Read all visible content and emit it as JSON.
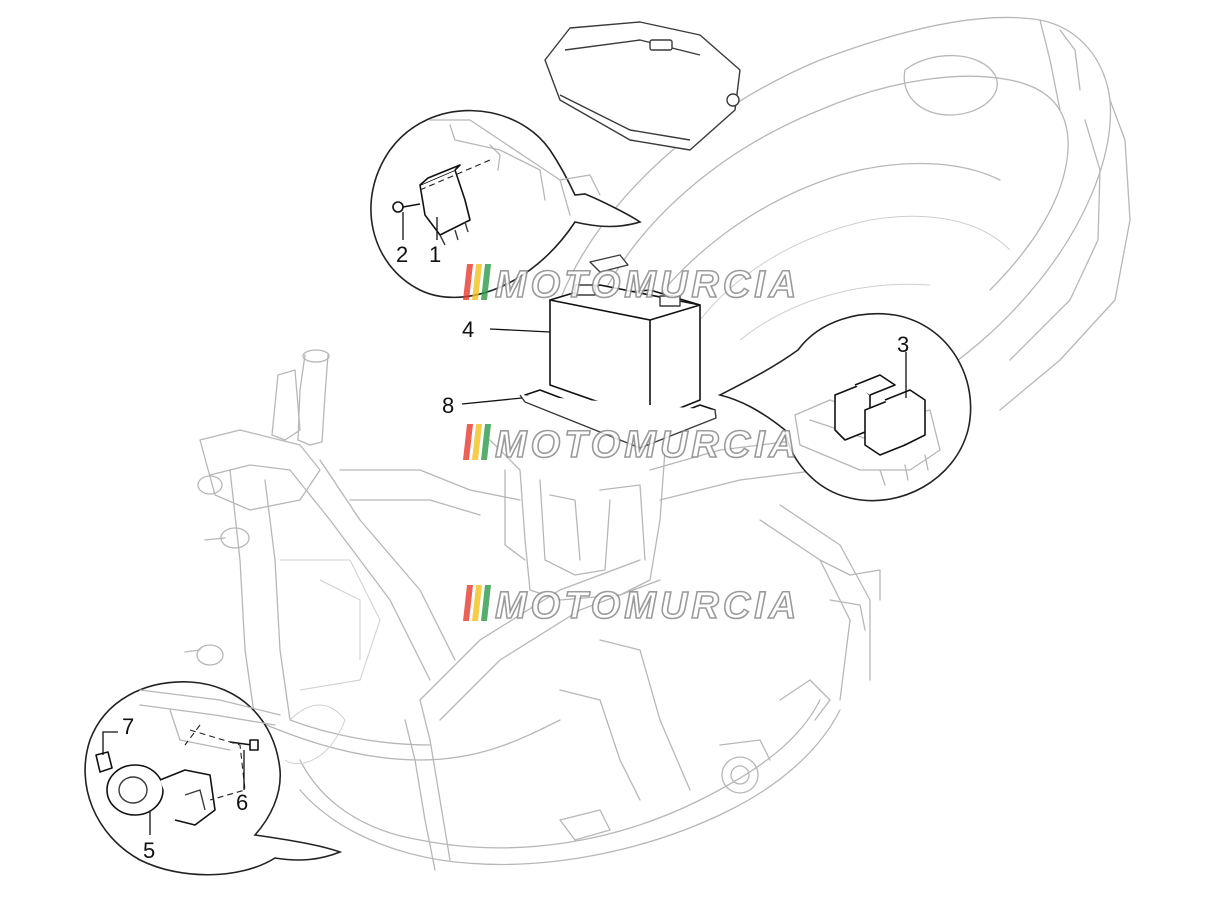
{
  "diagram": {
    "callouts": [
      {
        "id": "1",
        "label": "1"
      },
      {
        "id": "2",
        "label": "2"
      },
      {
        "id": "3",
        "label": "3"
      },
      {
        "id": "4",
        "label": "4"
      },
      {
        "id": "5",
        "label": "5"
      },
      {
        "id": "6",
        "label": "6"
      },
      {
        "id": "7",
        "label": "7"
      },
      {
        "id": "8",
        "label": "8"
      }
    ],
    "watermark": {
      "text": "MOTOMURCIA",
      "stripe_colors": [
        "#e63a2e",
        "#f2c21b",
        "#2a9a48"
      ]
    }
  }
}
